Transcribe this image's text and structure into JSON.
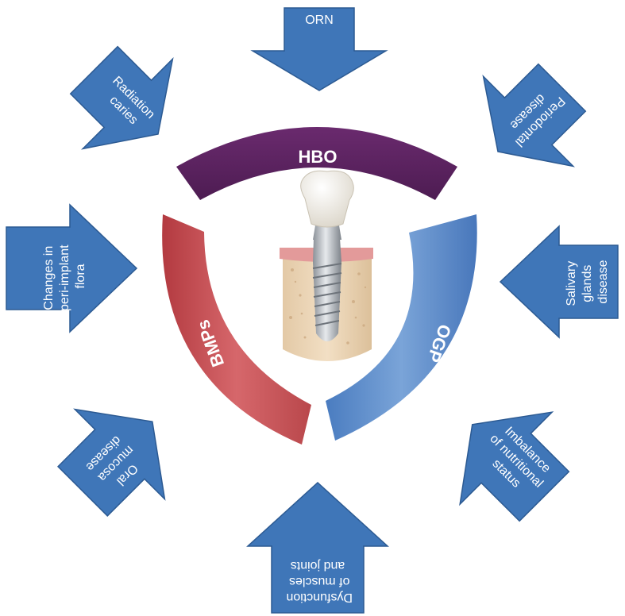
{
  "center": {
    "top_band": "HBO",
    "left_band": "BMPs",
    "right_band": "OGP"
  },
  "arrows": {
    "top": [
      "ORN"
    ],
    "top_left": [
      "Radiation",
      "caries"
    ],
    "top_right": [
      "Periodontal",
      "disease"
    ],
    "left": [
      "Changes in",
      "peri-implant",
      "flora"
    ],
    "right": [
      "Salivary",
      "glands",
      "disease"
    ],
    "bottom_left": [
      "Oral",
      "mucosa",
      "disease"
    ],
    "bottom_right": [
      "Imbalance",
      "of nutritional",
      "status"
    ],
    "bottom": [
      "Dysfunction",
      "of muscles",
      "and joints"
    ]
  },
  "colors": {
    "arrow": "#3f76b8",
    "hbo_band": "#5b2360",
    "bmps_band": "#c84a4f",
    "ogp_band": "#5b8ccc"
  },
  "icons": [
    "dental-implant-illustration"
  ]
}
